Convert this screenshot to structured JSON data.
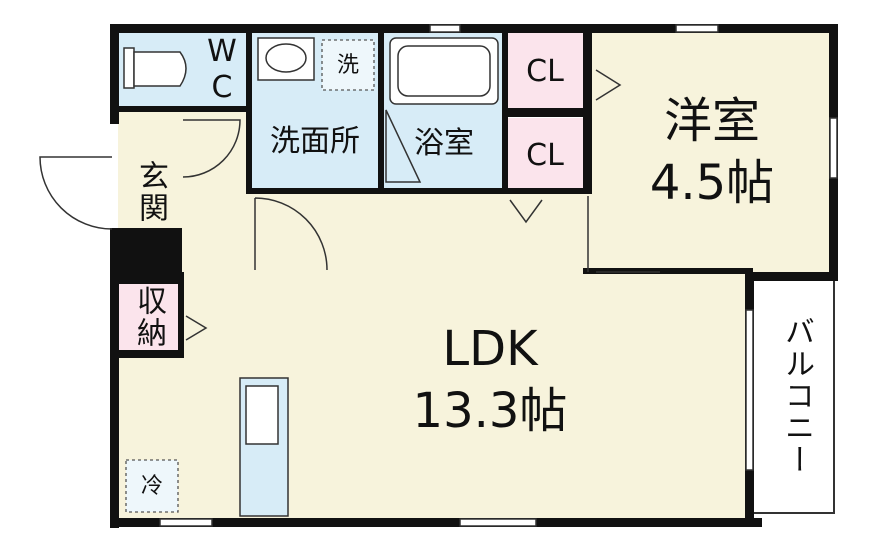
{
  "floorplan": {
    "rooms": {
      "ldk": {
        "name": "LDK",
        "size": "13.3帖"
      },
      "western": {
        "name": "洋室",
        "size": "4.5帖"
      },
      "washroom": "洗面所",
      "bath": "浴室",
      "wc_line1": "W",
      "wc_line2": "C",
      "entrance": "玄関",
      "storage": "収納",
      "closet_top": "CL",
      "closet_bottom": "CL",
      "balcony": "バルコニー"
    },
    "fixtures": {
      "washer": "洗",
      "fridge": "冷"
    },
    "colors": {
      "wall": "#111111",
      "wet_area": "#d7ecf7",
      "living_floor": "#f7f3dc",
      "closet": "#fbe4ec",
      "outline": "#333333"
    }
  }
}
